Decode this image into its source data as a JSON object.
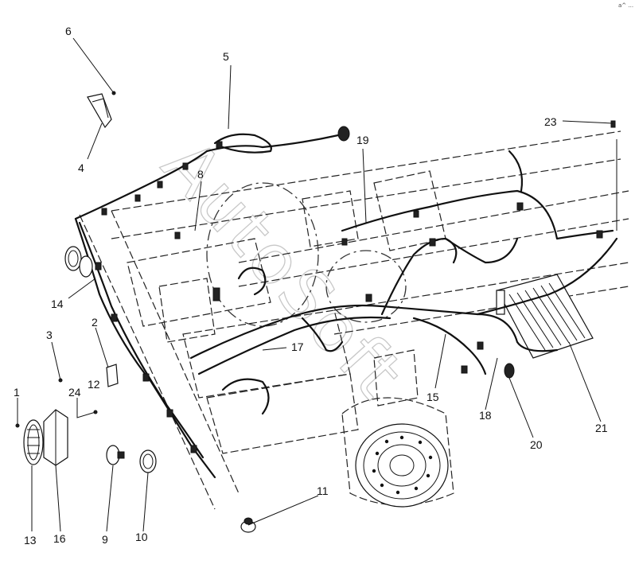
{
  "watermark": "AutoSoft",
  "corner_mark": "a^ ...",
  "callouts": [
    "1",
    "2",
    "3",
    "4",
    "5",
    "6",
    "8",
    "9",
    "10",
    "11",
    "12",
    "13",
    "14",
    "15",
    "16",
    "17",
    "18",
    "19",
    "20",
    "21",
    "23",
    "24"
  ]
}
